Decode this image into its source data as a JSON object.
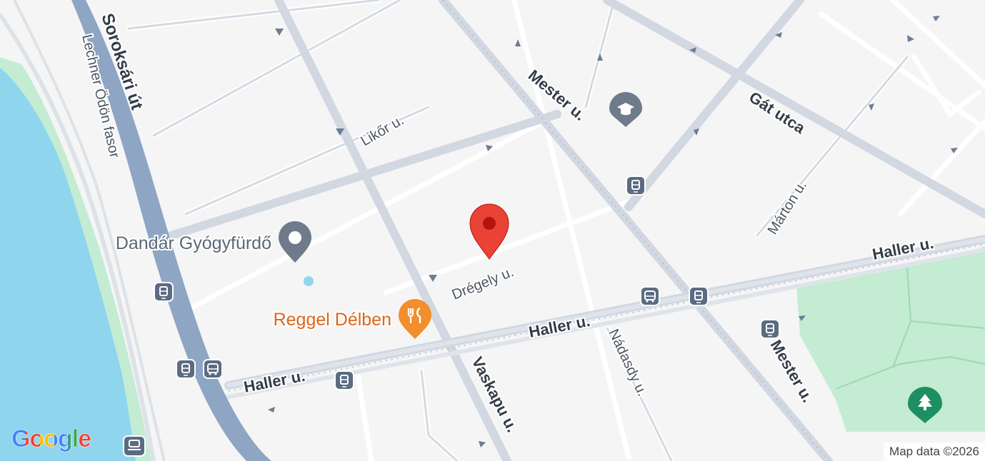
{
  "streets": {
    "soroksari": "Soroksári út",
    "lechner": "Lechner Ödön fasor",
    "likor": "Likőr u.",
    "mester_top": "Mester u.",
    "mester_bottom": "Mester u.",
    "gat": "Gát utca",
    "marton": "Márton u.",
    "dregely": "Drégely u.",
    "haller_left": "Haller u.",
    "haller_mid": "Haller u.",
    "haller_right": "Haller u.",
    "nadasdy": "Nádasdy u.",
    "vaskapu": "Vaskapu u."
  },
  "places": {
    "spa": {
      "name": "Dandár Gyógyfürdő",
      "icon": "place-pin-icon"
    },
    "restaurant": {
      "name": "Reggel Délben",
      "icon": "fork-knife-icon"
    },
    "school": {
      "icon": "graduation-cap-icon"
    },
    "park": {
      "icon": "tree-icon"
    }
  },
  "marker": {
    "icon": "red-location-marker-icon"
  },
  "transit_icons": [
    "tram-icon",
    "bus-icon",
    "ferry-icon"
  ],
  "branding": {
    "logo": "Google",
    "attribution": "Map data ©2026"
  },
  "colors": {
    "background": "#f5f5f5",
    "water": "#8fd5ee",
    "park": "#c3ecd2",
    "highway": "#8ea5c4",
    "road": "#d3dae3",
    "marker": "#ea4335",
    "restaurant": "#f28e2b",
    "poi_gray": "#6f7b8b",
    "park_poi": "#1e8e63"
  }
}
